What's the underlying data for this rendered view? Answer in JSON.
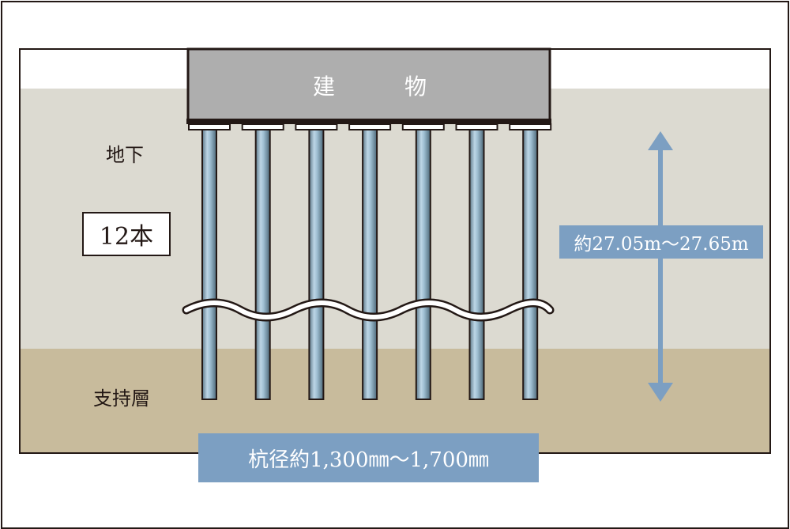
{
  "colors": {
    "border": "#231815",
    "sky": "#ffffff",
    "soil": "#dcdad1",
    "bearing_layer": "#c8bb9c",
    "building": "#aeaeae",
    "pile_light": "#bdd6e6",
    "pile_dark": "#5d7888",
    "accent_blue": "#7c9fc2"
  },
  "building": {
    "label": "建　物"
  },
  "labels": {
    "underground": "地下",
    "count": "12本",
    "bearing_layer": "支持層",
    "depth": "約27.05m〜27.65m",
    "diameter": "杭径約1,300㎜〜1,700㎜"
  },
  "piles": {
    "visible_count": 7
  }
}
